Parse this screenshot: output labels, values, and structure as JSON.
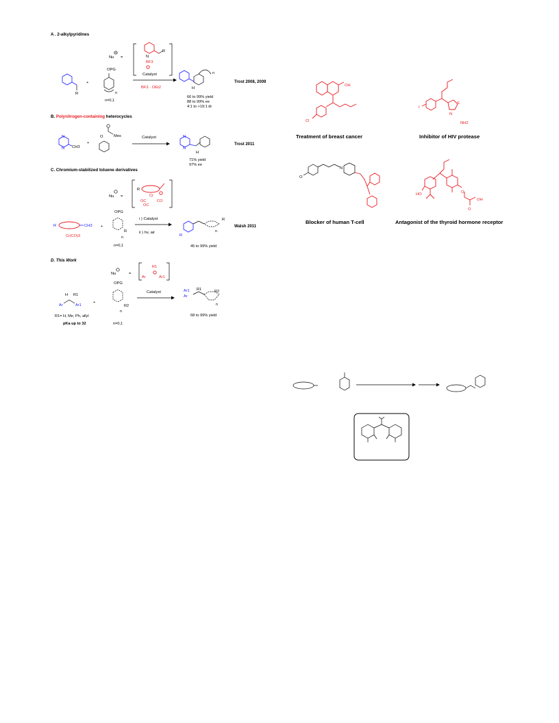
{
  "panelA": {
    "title": "A . 2-alkylpyridines",
    "nu": "Nu",
    "eq": "=",
    "bf3": "BF3",
    "n_atom": "N",
    "r_atom": "R",
    "opg": "OPG",
    "plus": "+",
    "n_index": "n",
    "n_range": "n=0,1",
    "catalyst": "Catalyst",
    "reagent": "BF3 · OEt2",
    "h_atom": "H",
    "results": [
      "66 to 99% yield",
      "88 to 99% ee",
      "4:1 to >19:1 dr"
    ],
    "ref": "Trost 2008, 2009"
  },
  "panelB": {
    "title_part1": "B. ",
    "title_red": "Polynitrogen-containing",
    "title_part2": " heterocycles",
    "ch3": "CH3",
    "n_atom": "N",
    "plus": "+",
    "o_atom": "O",
    "mes": "Mes",
    "catalyst": "Catalyst",
    "h_atom": "H",
    "results": [
      "71% yield",
      "97% ee"
    ],
    "ref": "Trost 2011"
  },
  "panelC": {
    "title": "C. Chromium-stabilized toluene derivatives",
    "nu": "Nu",
    "eq": "=",
    "r_atom": "R",
    "cr": "Cr",
    "oc": "OC",
    "co": "CO",
    "ch3": "CH3",
    "cr_co3": "Cr(CO)3",
    "opg": "OPG",
    "plus": "+",
    "n_index": "n",
    "n_range": "n=0,1",
    "step1": "i ) Catalyst",
    "step2": "ii ) hv, air",
    "results": [
      "45 to 99% yield"
    ],
    "ref": "Walsh 2011"
  },
  "panelD": {
    "title": "D. This Work",
    "nu": "Nu",
    "eq": "=",
    "r1": "R1",
    "ar": "Ar",
    "ar1": "Ar1",
    "h_atom": "H",
    "opg": "OPG",
    "plus": "+",
    "n_index": "n",
    "n_range": "n=0,1",
    "r2": "R2",
    "catalyst": "Catalyst",
    "r1_def": "R1= H, Me, Ph, allyl",
    "pka": "pKa up to 32",
    "results": [
      "68 to 99% yield"
    ]
  },
  "molecules": {
    "m1": {
      "caption": "Treatment of breast cancer",
      "oh": "OH",
      "cl": "Cl"
    },
    "m2": {
      "caption": "Inhibitor of HIV protease",
      "i": "I",
      "s": "S",
      "n": "N",
      "nh2": "NH2"
    },
    "m3": {
      "caption": "Blocker of human T-cell",
      "o": "O",
      "n": "N"
    },
    "m4": {
      "caption": "Antagonist of the thyroid hormone receptor",
      "ho": "HO",
      "o": "O",
      "oh": "OH"
    }
  },
  "colors": {
    "accent_blue": "#1a1aff",
    "accent_red": "#e8191f"
  }
}
